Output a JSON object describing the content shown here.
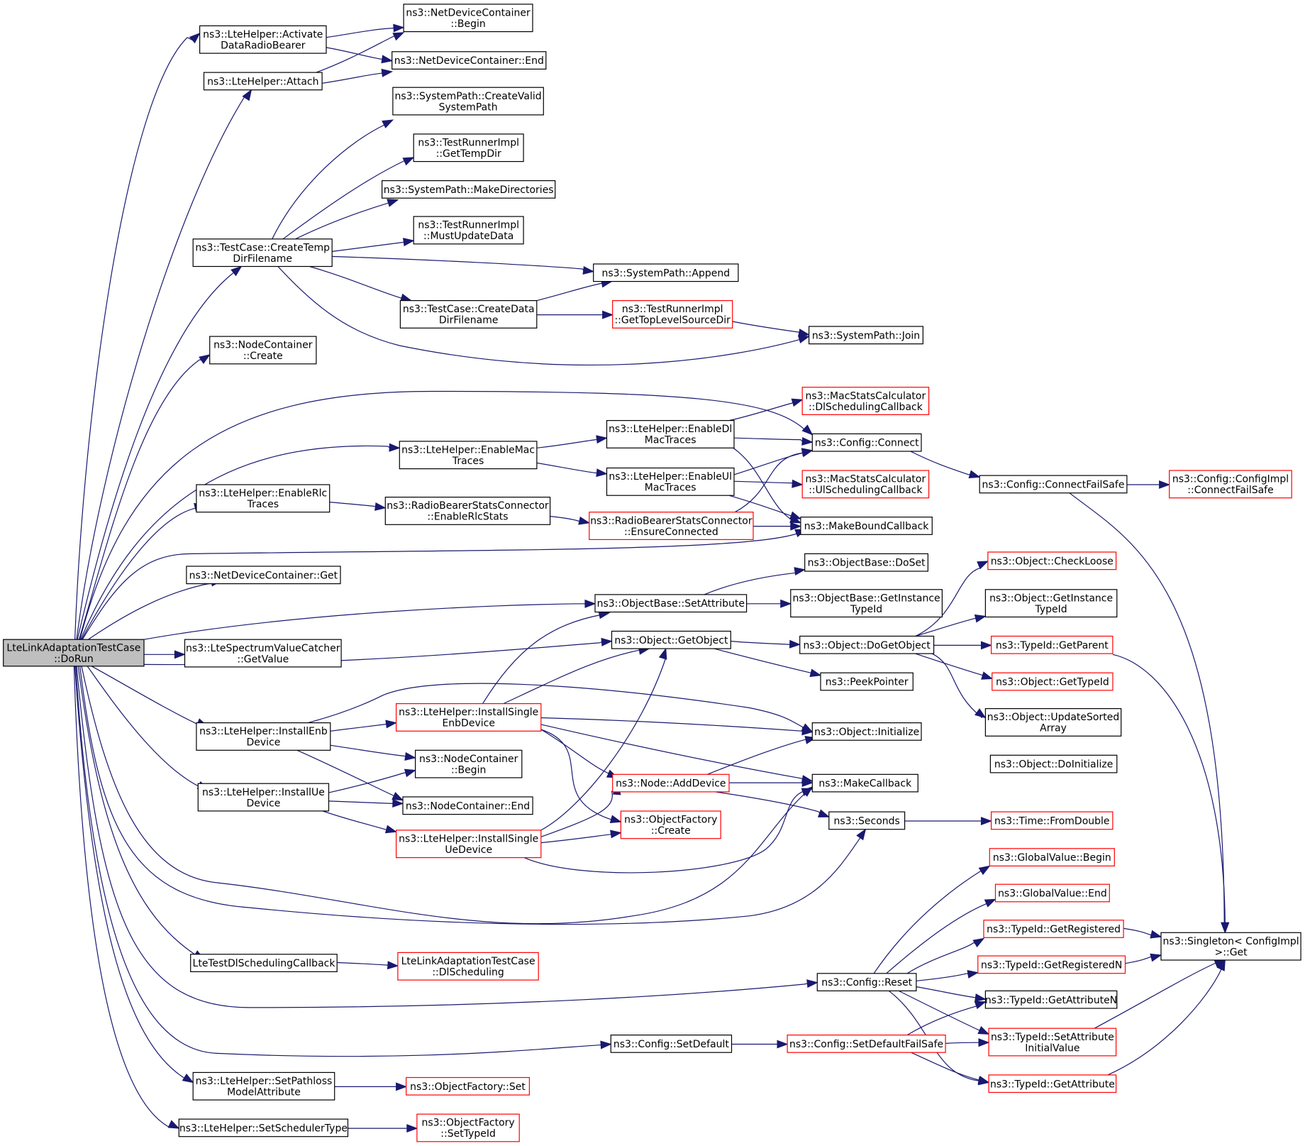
{
  "colors": {
    "edge": "#191970",
    "node_border": "#000000",
    "truncated_border": "#ff0000",
    "root_fill": "#bfbfbf",
    "node_fill": "#ffffff"
  },
  "nodes": {
    "root": {
      "lines": [
        "LteLinkAdaptationTestCase",
        "::DoRun"
      ],
      "style": "root"
    },
    "activate": {
      "lines": [
        "ns3::LteHelper::Activate",
        "DataRadioBearer"
      ],
      "style": "normal"
    },
    "attach": {
      "lines": [
        "ns3::LteHelper::Attach"
      ],
      "style": "normal"
    },
    "createTemp": {
      "lines": [
        "ns3::TestCase::CreateTemp",
        "DirFilename"
      ],
      "style": "normal"
    },
    "nodeCreate": {
      "lines": [
        "ns3::NodeContainer",
        "::Create"
      ],
      "style": "normal"
    },
    "enableMac": {
      "lines": [
        "ns3::LteHelper::EnableMac",
        "Traces"
      ],
      "style": "normal"
    },
    "enableRlc": {
      "lines": [
        "ns3::LteHelper::EnableRlc",
        "Traces"
      ],
      "style": "normal"
    },
    "ndcGet": {
      "lines": [
        "ns3::NetDeviceContainer::Get"
      ],
      "style": "normal"
    },
    "spectrumGet": {
      "lines": [
        "ns3::LteSpectrumValueCatcher",
        "::GetValue"
      ],
      "style": "normal"
    },
    "installEnb": {
      "lines": [
        "ns3::LteHelper::InstallEnb",
        "Device"
      ],
      "style": "normal"
    },
    "installUe": {
      "lines": [
        "ns3::LteHelper::InstallUe",
        "Device"
      ],
      "style": "normal"
    },
    "dlSchedCb": {
      "lines": [
        "LteTestDlSchedulingCallback"
      ],
      "style": "normal"
    },
    "setPathloss": {
      "lines": [
        "ns3::LteHelper::SetPathloss",
        "ModelAttribute"
      ],
      "style": "normal"
    },
    "setSched": {
      "lines": [
        "ns3::LteHelper::SetSchedulerType"
      ],
      "style": "normal"
    },
    "ndcBegin": {
      "lines": [
        "ns3::NetDeviceContainer",
        "::Begin"
      ],
      "style": "normal"
    },
    "ndcEnd": {
      "lines": [
        "ns3::NetDeviceContainer::End"
      ],
      "style": "normal"
    },
    "createValid": {
      "lines": [
        "ns3::SystemPath::CreateValid",
        "SystemPath"
      ],
      "style": "normal"
    },
    "getTempDir": {
      "lines": [
        "ns3::TestRunnerImpl",
        "::GetTempDir"
      ],
      "style": "normal"
    },
    "makeDirs": {
      "lines": [
        "ns3::SystemPath::MakeDirectories"
      ],
      "style": "normal"
    },
    "mustUpdate": {
      "lines": [
        "ns3::TestRunnerImpl",
        "::MustUpdateData"
      ],
      "style": "normal"
    },
    "append": {
      "lines": [
        "ns3::SystemPath::Append"
      ],
      "style": "normal"
    },
    "createData": {
      "lines": [
        "ns3::TestCase::CreateData",
        "DirFilename"
      ],
      "style": "normal"
    },
    "getTopLevel": {
      "lines": [
        "ns3::TestRunnerImpl",
        "::GetTopLevelSourceDir"
      ],
      "style": "truncated"
    },
    "join": {
      "lines": [
        "ns3::SystemPath::Join"
      ],
      "style": "normal"
    },
    "macStatsDl": {
      "lines": [
        "ns3::MacStatsCalculator",
        "::DlSchedulingCallback"
      ],
      "style": "truncated"
    },
    "enableDl": {
      "lines": [
        "ns3::LteHelper::EnableDl",
        "MacTraces"
      ],
      "style": "normal"
    },
    "enableUl": {
      "lines": [
        "ns3::LteHelper::EnableUl",
        "MacTraces"
      ],
      "style": "normal"
    },
    "configConnect": {
      "lines": [
        "ns3::Config::Connect"
      ],
      "style": "normal"
    },
    "macStatsUl": {
      "lines": [
        "ns3::MacStatsCalculator",
        "::UlSchedulingCallback"
      ],
      "style": "truncated"
    },
    "connectFailSafe": {
      "lines": [
        "ns3::Config::ConnectFailSafe"
      ],
      "style": "normal"
    },
    "configImplCFS": {
      "lines": [
        "ns3::Config::ConfigImpl",
        "::ConnectFailSafe"
      ],
      "style": "truncated"
    },
    "rbEnableRlc": {
      "lines": [
        "ns3::RadioBearerStatsConnector",
        "::EnableRlcStats"
      ],
      "style": "normal"
    },
    "rbEnsure": {
      "lines": [
        "ns3::RadioBearerStatsConnector",
        "::EnsureConnected"
      ],
      "style": "truncated"
    },
    "makeBound": {
      "lines": [
        "ns3::MakeBoundCallback"
      ],
      "style": "normal"
    },
    "obDoSet": {
      "lines": [
        "ns3::ObjectBase::DoSet"
      ],
      "style": "normal"
    },
    "setAttribute": {
      "lines": [
        "ns3::ObjectBase::SetAttribute"
      ],
      "style": "normal"
    },
    "obGetInst": {
      "lines": [
        "ns3::ObjectBase::GetInstance",
        "TypeId"
      ],
      "style": "normal"
    },
    "getObject": {
      "lines": [
        "ns3::Object::GetObject"
      ],
      "style": "normal"
    },
    "doGetObject": {
      "lines": [
        "ns3::Object::DoGetObject"
      ],
      "style": "normal"
    },
    "peekPointer": {
      "lines": [
        "ns3::PeekPointer"
      ],
      "style": "normal"
    },
    "checkLoose": {
      "lines": [
        "ns3::Object::CheckLoose"
      ],
      "style": "truncated"
    },
    "objGetInst": {
      "lines": [
        "ns3::Object::GetInstance",
        "TypeId"
      ],
      "style": "normal"
    },
    "getParent": {
      "lines": [
        "ns3::TypeId::GetParent"
      ],
      "style": "truncated"
    },
    "objGetTypeId": {
      "lines": [
        "ns3::Object::GetTypeId"
      ],
      "style": "truncated"
    },
    "updateSorted": {
      "lines": [
        "ns3::Object::UpdateSorted",
        "Array"
      ],
      "style": "normal"
    },
    "installSingleEnb": {
      "lines": [
        "ns3::LteHelper::InstallSingle",
        "EnbDevice"
      ],
      "style": "truncated"
    },
    "objInit": {
      "lines": [
        "ns3::Object::Initialize"
      ],
      "style": "normal"
    },
    "doInit": {
      "lines": [
        "ns3::Object::DoInitialize"
      ],
      "style": "normal"
    },
    "ncBegin": {
      "lines": [
        "ns3::NodeContainer",
        "::Begin"
      ],
      "style": "normal"
    },
    "addDevice": {
      "lines": [
        "ns3::Node::AddDevice"
      ],
      "style": "truncated"
    },
    "makeCallback": {
      "lines": [
        "ns3::MakeCallback"
      ],
      "style": "normal"
    },
    "ncEnd": {
      "lines": [
        "ns3::NodeContainer::End"
      ],
      "style": "normal"
    },
    "seconds": {
      "lines": [
        "ns3::Seconds"
      ],
      "style": "normal"
    },
    "fromDouble": {
      "lines": [
        "ns3::Time::FromDouble"
      ],
      "style": "truncated"
    },
    "installSingleUe": {
      "lines": [
        "ns3::LteHelper::InstallSingle",
        "UeDevice"
      ],
      "style": "truncated"
    },
    "ofCreate": {
      "lines": [
        "ns3::ObjectFactory",
        "::Create"
      ],
      "style": "truncated"
    },
    "gvBegin": {
      "lines": [
        "ns3::GlobalValue::Begin"
      ],
      "style": "truncated"
    },
    "gvEnd": {
      "lines": [
        "ns3::GlobalValue::End"
      ],
      "style": "truncated"
    },
    "getRegistered": {
      "lines": [
        "ns3::TypeId::GetRegistered"
      ],
      "style": "truncated"
    },
    "singletonGet": {
      "lines": [
        "ns3::Singleton< ConfigImpl",
        " >::Get"
      ],
      "style": "normal"
    },
    "ltlDlSched": {
      "lines": [
        "LteLinkAdaptationTestCase",
        "::DlScheduling"
      ],
      "style": "truncated"
    },
    "configReset": {
      "lines": [
        "ns3::Config::Reset"
      ],
      "style": "normal"
    },
    "getRegisteredN": {
      "lines": [
        "ns3::TypeId::GetRegisteredN"
      ],
      "style": "truncated"
    },
    "getAttrN": {
      "lines": [
        "ns3::TypeId::GetAttributeN"
      ],
      "style": "normal"
    },
    "setDefault": {
      "lines": [
        "ns3::Config::SetDefault"
      ],
      "style": "normal"
    },
    "setDefaultFS": {
      "lines": [
        "ns3::Config::SetDefaultFailSafe"
      ],
      "style": "truncated"
    },
    "setAttrInit": {
      "lines": [
        "ns3::TypeId::SetAttribute",
        "InitialValue"
      ],
      "style": "truncated"
    },
    "ofSet": {
      "lines": [
        "ns3::ObjectFactory::Set"
      ],
      "style": "truncated"
    },
    "getAttribute": {
      "lines": [
        "ns3::TypeId::GetAttribute"
      ],
      "style": "truncated"
    },
    "ofSetTypeId": {
      "lines": [
        "ns3::ObjectFactory",
        "::SetTypeId"
      ],
      "style": "truncated"
    }
  }
}
